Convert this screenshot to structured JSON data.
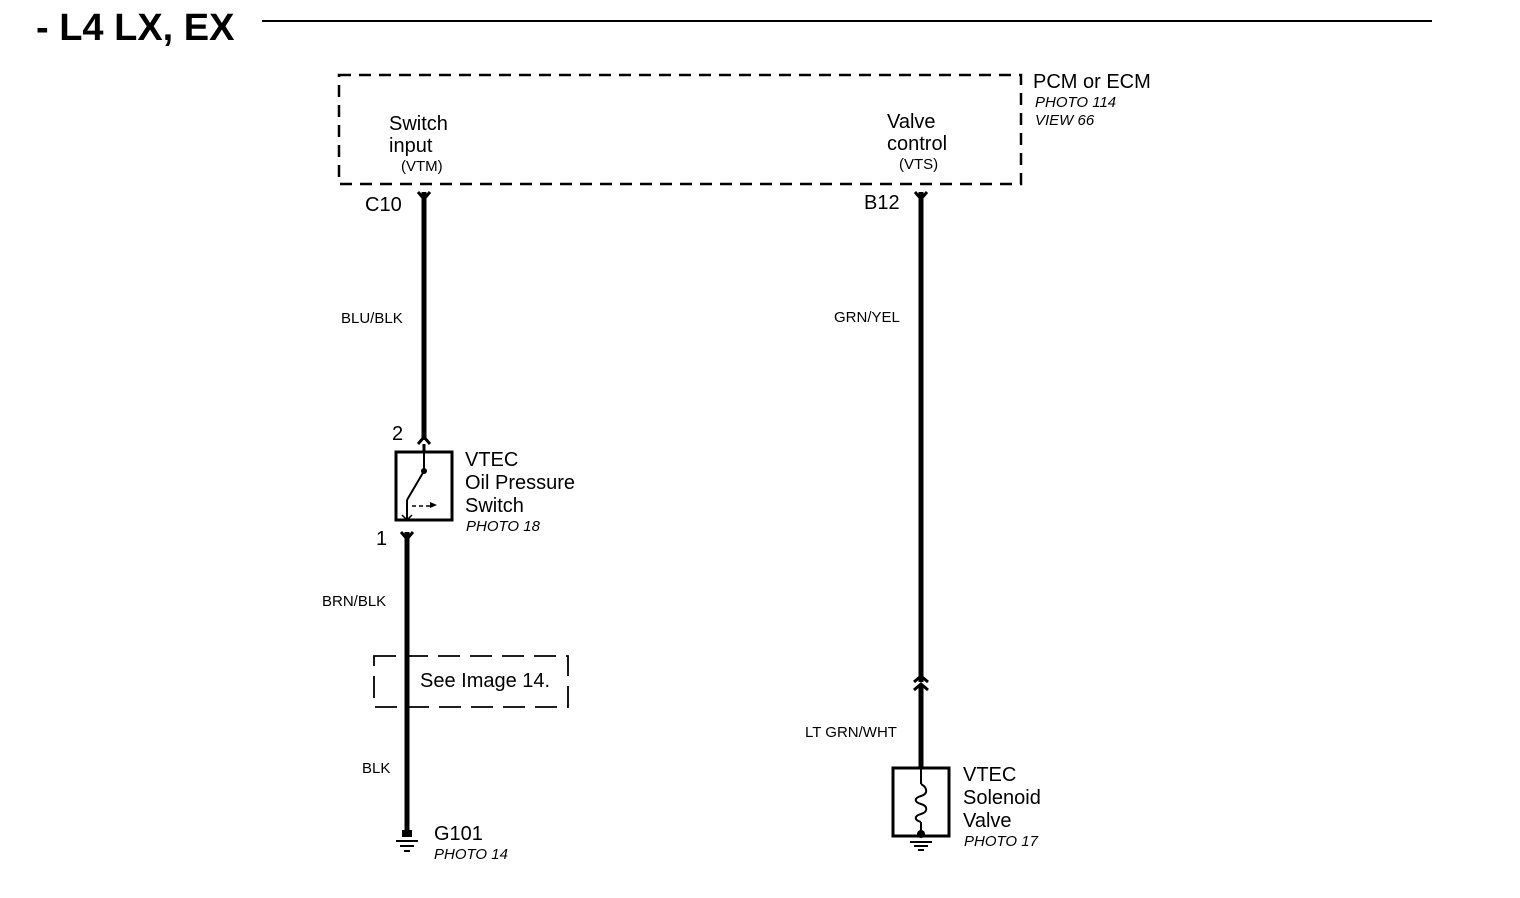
{
  "title": "- L4 LX, EX",
  "pcm": {
    "name": "PCM or ECM",
    "photo": "PHOTO 114",
    "view": "VIEW 66",
    "switch_input": {
      "line1": "Switch",
      "line2": "input",
      "code": "(VTM)"
    },
    "valve_control": {
      "line1": "Valve",
      "line2": "control",
      "code": "(VTS)"
    }
  },
  "pins": {
    "c10": "C10",
    "b12": "B12",
    "switch_top": "2",
    "switch_bottom": "1"
  },
  "wires": {
    "left_upper": "BLU/BLK",
    "left_middle": "BRN/BLK",
    "left_lower": "BLK",
    "right_upper": "GRN/YEL",
    "right_lower": "LT GRN/WHT"
  },
  "oil_switch": {
    "line1": "VTEC",
    "line2": "Oil Pressure",
    "line3": "Switch",
    "photo": "PHOTO 18"
  },
  "see_image": "See Image 14.",
  "ground": {
    "name": "G101",
    "photo": "PHOTO 14"
  },
  "solenoid": {
    "line1": "VTEC",
    "line2": "Solenoid",
    "line3": "Valve",
    "photo": "PHOTO 17"
  }
}
